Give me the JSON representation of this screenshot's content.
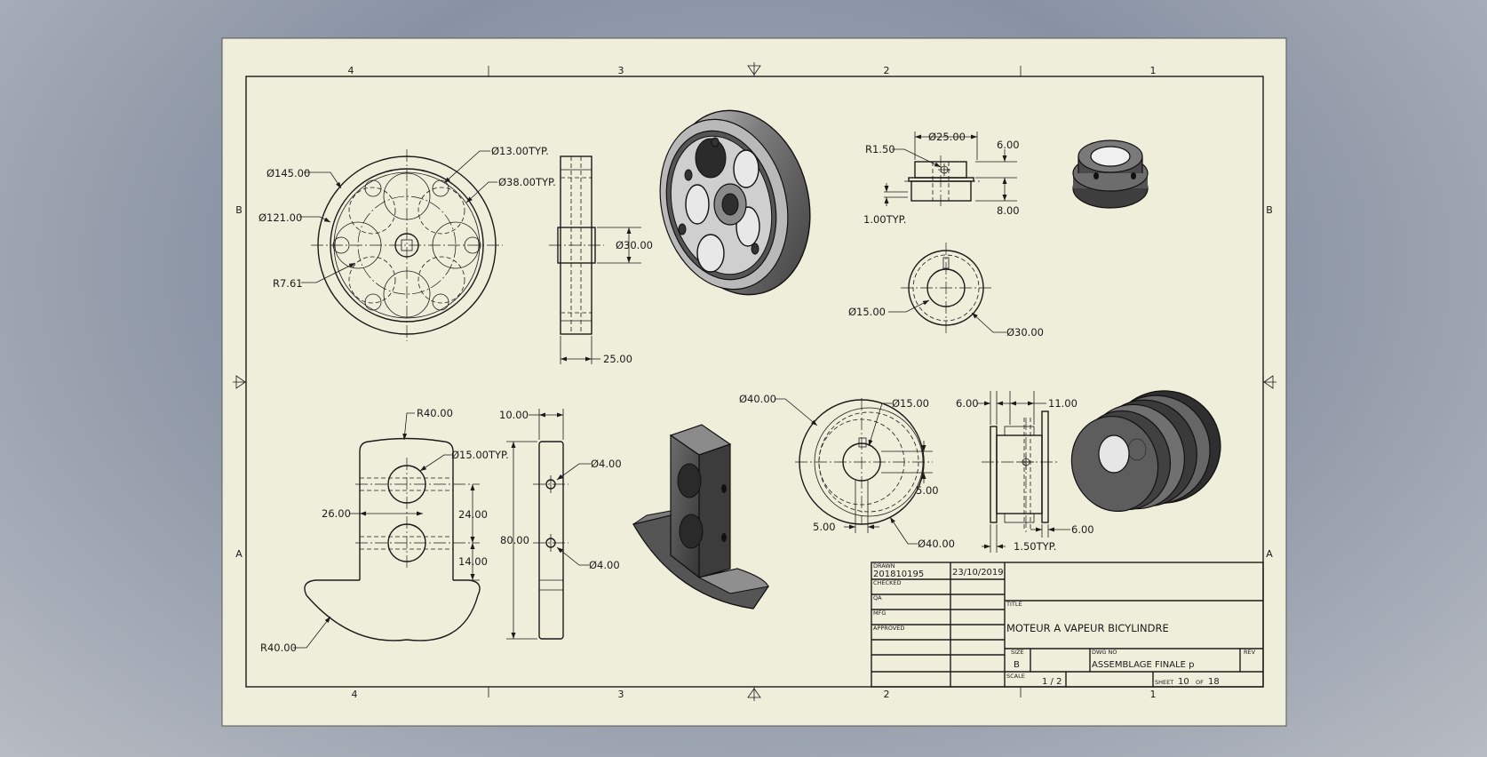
{
  "sheet": {
    "paper_color": "#efeedb",
    "line_color": "#1a1a1a",
    "solid_color": "#4b4b4b"
  },
  "zones": {
    "columns": [
      "4",
      "3",
      "2",
      "1"
    ],
    "rows": [
      "B",
      "A"
    ]
  },
  "views": {
    "flywheel_front": {
      "d_outer": "Ø145.00",
      "d_inner": "Ø121.00",
      "r_fillet": "R7.61",
      "d_small_holes": "Ø13.00TYP.",
      "d_large_holes": "Ø38.00TYP."
    },
    "flywheel_side": {
      "d_hub": "Ø30.00",
      "width": "25.00"
    },
    "pulley_small_side": {
      "d_top": "Ø25.00",
      "radius": "R1.50",
      "top_step": "6.00",
      "height": "8.00",
      "flange": "1.00TYP."
    },
    "pulley_small_front": {
      "d_inner": "Ø15.00",
      "d_outer": "Ø30.00"
    },
    "crank_front": {
      "r_top": "R40.00",
      "d_holes": "Ø15.00TYP.",
      "width": "26.00",
      "spacing": "24.00",
      "offset": "14.00",
      "r_bottom": "R40.00"
    },
    "crank_side": {
      "thickness": "10.00",
      "height": "80.00",
      "hole_top": "Ø4.00",
      "hole_bottom": "Ø4.00"
    },
    "pulley_large_front": {
      "d_outer": "Ø40.00",
      "d_bore": "Ø15.00",
      "key_w": "5.00",
      "key_h": "5.00",
      "d_outer_bottom": "Ø40.00"
    },
    "pulley_large_side": {
      "left": "6.00",
      "top": "11.00",
      "right": "6.00",
      "flange": "1.50TYP."
    }
  },
  "title_block": {
    "drawn_label": "DRAWN",
    "drawn_by": "201810195",
    "drawn_date": "23/10/2019",
    "checked_label": "CHECKED",
    "qa_label": "QA",
    "mfg_label": "MFG",
    "approved_label": "APPROVED",
    "title_label": "TITLE",
    "title": "MOTEUR A VAPEUR BICYLINDRE",
    "size_label": "SIZE",
    "size": "B",
    "dwg_label": "DWG NO",
    "dwg_no": "ASSEMBLAGE FINALE p",
    "rev_label": "REV",
    "scale_label": "SCALE",
    "scale": "1 / 2",
    "sheet_label": "SHEET",
    "sheet_no": "10",
    "of_label": "OF",
    "sheet_total": "18"
  }
}
